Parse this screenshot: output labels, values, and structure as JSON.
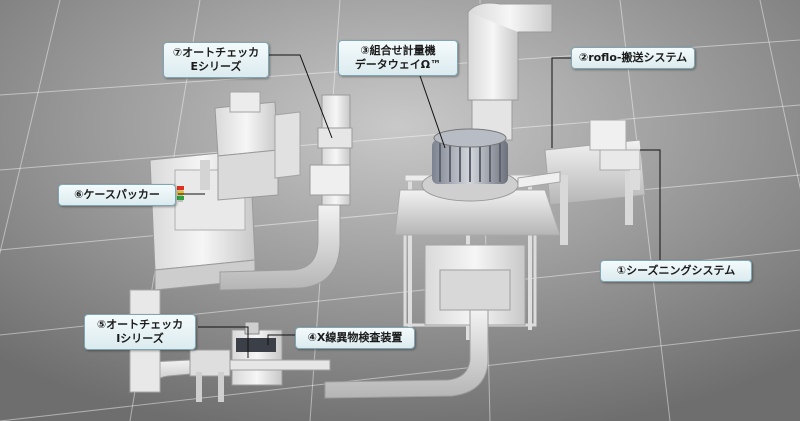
{
  "labels": {
    "sealing_system": "①シーズニングシステム",
    "roflo_conveyor": "②roflo-搬送システム",
    "combination_weigher_line1": "③組合せ計量機",
    "combination_weigher_line2": "データウェイΩ™",
    "xray_inspection": "④X線異物検査装置",
    "autochecker_i_line1": "⑤オートチェッカ",
    "autochecker_i_line2": "Iシリーズ",
    "case_packer": "⑥ケースパッカー",
    "autochecker_e_line1": "⑦オートチェッカ",
    "autochecker_e_line2": "Eシリーズ"
  },
  "colors": {
    "callout_border": "#7fa7b3",
    "callout_fill": "#e8f3f5",
    "leader_line": "#111111",
    "floor": "#9a9a9a",
    "machine": "#eeeeee",
    "signal_red": "#e03020",
    "signal_yellow": "#e8c020",
    "signal_green": "#30a040"
  }
}
